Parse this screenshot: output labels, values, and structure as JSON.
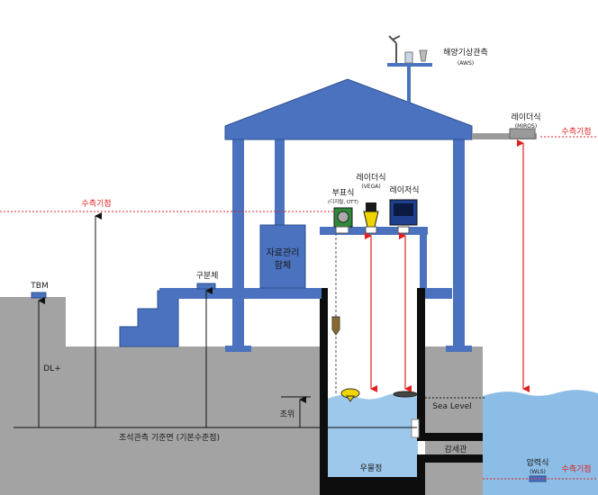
{
  "labels": {
    "aws": "해양기상관측",
    "aws_sub": "(AWS)",
    "radar_right": "레이더식",
    "radar_right_sub": "(MIROS)",
    "datum_label": "수측기점",
    "float_gauge": "부표식",
    "float_gauge_sub": "(디지털, OTT)",
    "radar_center": "레이더식",
    "radar_center_sub": "(VEGA)",
    "laser_gauge": "레이저식",
    "housing": "자료관리\n함체",
    "benchmark_box": "구분체",
    "tbm": "TBM",
    "dl": "DL+",
    "tide_level": "조위",
    "sea_level": "Sea Level",
    "datum_reference": "조석관측 기준면 (기본수준점)",
    "inlet_pipe": "감세관",
    "stilling_well": "우물정",
    "pressure_gauge": "압력식",
    "pressure_gauge_sub": "(WLS)"
  },
  "colors": {
    "ground": "#a3a3a3",
    "structure_blue": "#4a72bf",
    "structure_dark": "#3c5fa3",
    "water": "#9ec8eb",
    "sea": "#8cbde6",
    "well_black": "#0d0d0d",
    "datum_red": "#e02020",
    "gray_bar": "#9a9a9a"
  }
}
